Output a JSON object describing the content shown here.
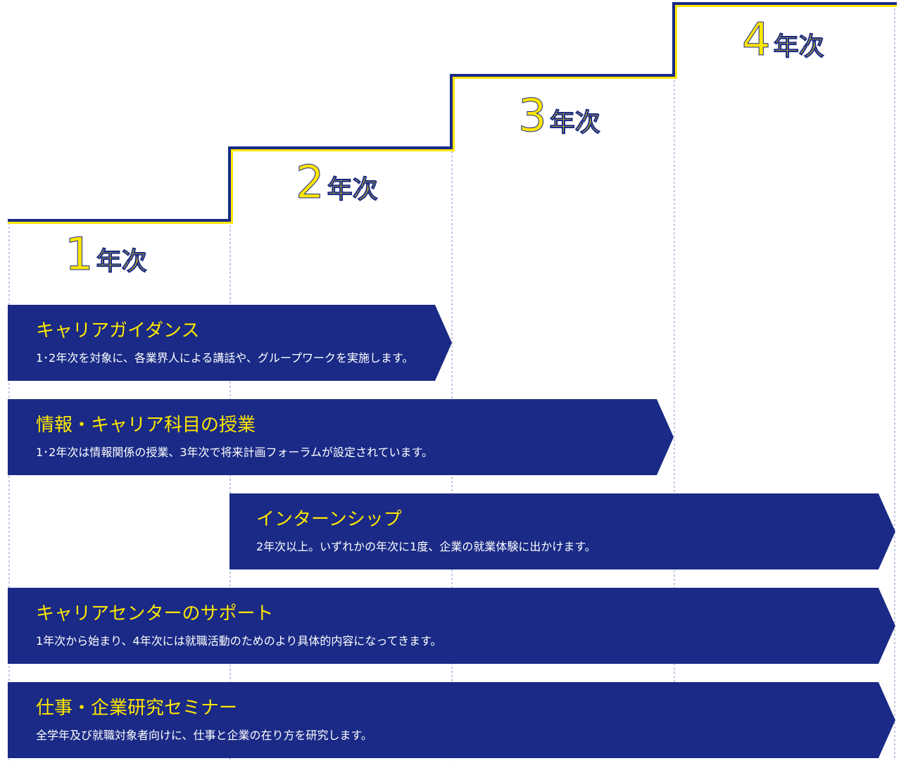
{
  "years": [
    {
      "num": "1",
      "unit": "年次"
    },
    {
      "num": "2",
      "unit": "年次"
    },
    {
      "num": "3",
      "unit": "年次"
    },
    {
      "num": "4",
      "unit": "年次"
    }
  ],
  "programs": [
    {
      "title": "キャリアガイダンス",
      "description": "1･2年次を対象に、各業界人による講話や、グループワークを実施します。"
    },
    {
      "title": "情報・キャリア科目の授業",
      "description": "1･2年次は情報関係の授業、3年次で将来計画フォーラムが設定されています。"
    },
    {
      "title": "インターンシップ",
      "description": "2年次以上。いずれかの年次に1度、企業の就業体験に出かけます。"
    },
    {
      "title": "キャリアセンターのサポート",
      "description": "1年次から始まり、4年次には就職活動のためのより具体的内容になってきます。"
    },
    {
      "title": "仕事・企業研究セミナー",
      "description": "全学年及び就職対象者向けに、仕事と企業の在り方を研究します。"
    }
  ],
  "colors": {
    "navy": "#1a2a86",
    "yellow": "#ffe600",
    "white": "#ffffff"
  }
}
